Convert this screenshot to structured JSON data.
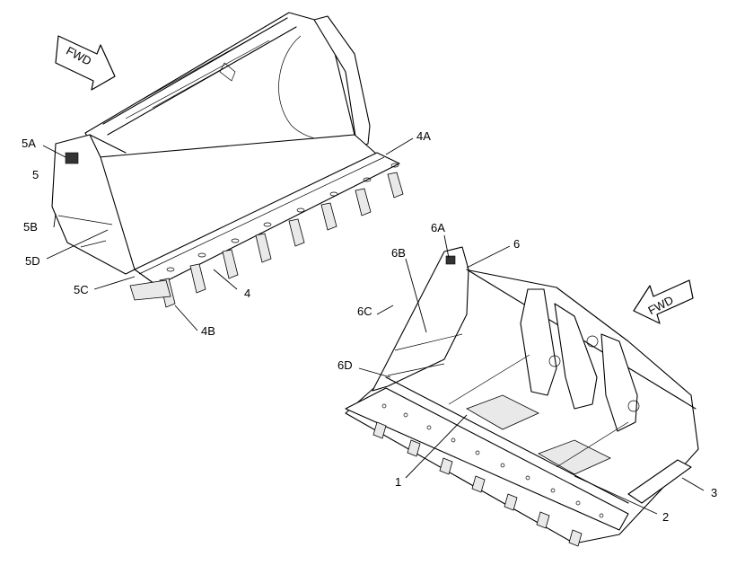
{
  "fwd_arrows": [
    "FWD",
    "FWD"
  ],
  "callouts": [
    {
      "id": "5A",
      "label": "5A"
    },
    {
      "id": "5",
      "label": "5"
    },
    {
      "id": "5B",
      "label": "5B"
    },
    {
      "id": "5D",
      "label": "5D"
    },
    {
      "id": "5C",
      "label": "5C"
    },
    {
      "id": "4A",
      "label": "4A"
    },
    {
      "id": "4",
      "label": "4"
    },
    {
      "id": "4B",
      "label": "4B"
    },
    {
      "id": "6A",
      "label": "6A"
    },
    {
      "id": "6",
      "label": "6"
    },
    {
      "id": "6B",
      "label": "6B"
    },
    {
      "id": "6C",
      "label": "6C"
    },
    {
      "id": "6D",
      "label": "6D"
    },
    {
      "id": "1",
      "label": "1"
    },
    {
      "id": "2",
      "label": "2"
    },
    {
      "id": "3",
      "label": "3"
    }
  ]
}
